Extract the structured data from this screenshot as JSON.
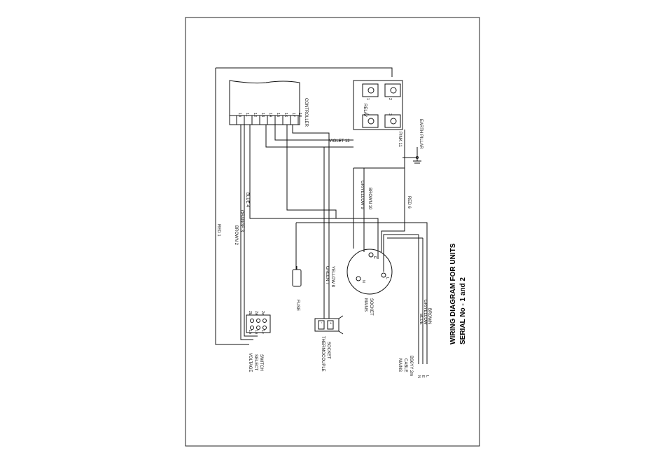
{
  "title": {
    "line1": "WIRING DIAGRAM FOR UNITS",
    "line2": "SERIAL No - 1 and 2"
  },
  "components": {
    "controller": "CONTROLLER",
    "relay": "RELAY",
    "earth_pillar": "EARTH PILLAR",
    "fuse": "FUSE",
    "mains_socket_1": "MAINS",
    "mains_socket_2": "SOCKET",
    "thermocouple_1": "THERMOCOUPLE",
    "thermocouple_2": "SOCKET",
    "voltage_1": "VOLTAGE",
    "voltage_2": "SELECT",
    "voltage_3": "SWITCH",
    "mains_cable_1": "MAINS",
    "mains_cable_2": "CABLE",
    "mains_cable_3": "BS6YY 2m"
  },
  "terminals": {
    "controller": [
      "10",
      "11",
      "12",
      "13",
      "14",
      "15",
      "16",
      "17",
      "18"
    ],
    "relay": [
      "1",
      "2",
      "4",
      "3"
    ],
    "switch": [
      "2b",
      "2a",
      "2c",
      "1b",
      "1a",
      "1c"
    ],
    "thermocouple": [
      "-",
      "+"
    ],
    "socket": [
      "N",
      "E",
      "L"
    ],
    "cable": [
      "N",
      "E",
      "L"
    ]
  },
  "wires": {
    "red1": "RED 1",
    "brown2": "BROWN 2",
    "orange3": "ORANGE 3",
    "blue4": "BLUE 4",
    "green7": "GREEN 7",
    "yellow8": "YELLOW 8",
    "grYellow9": "GR/YELLOW 9",
    "brown10": "BROWN 10",
    "violet12": "VIOLET 12",
    "pink11": "PINK 11",
    "red6": "RED 6",
    "cable_blue": "BLUE",
    "cable_gryellow": "GR/YELLOW",
    "cable_brown": "BROWN"
  }
}
